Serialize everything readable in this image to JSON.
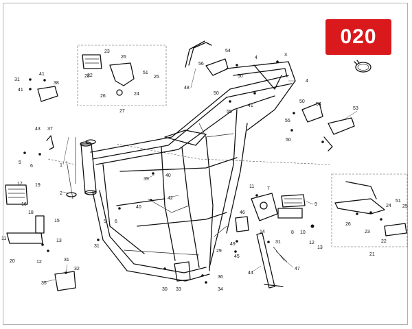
{
  "badge": "020",
  "accent": "#d9191c",
  "labels": [
    {
      "id": "l1",
      "text": "1"
    },
    {
      "id": "l2",
      "text": "2"
    },
    {
      "id": "l3",
      "text": "3"
    },
    {
      "id": "l4a",
      "text": "4"
    },
    {
      "id": "l4b",
      "text": "4"
    },
    {
      "id": "l5a",
      "text": "5"
    },
    {
      "id": "l5b",
      "text": "5"
    },
    {
      "id": "l6a",
      "text": "6"
    },
    {
      "id": "l6b",
      "text": "6"
    },
    {
      "id": "l7",
      "text": "7"
    },
    {
      "id": "l8",
      "text": "8"
    },
    {
      "id": "l9",
      "text": "9"
    },
    {
      "id": "l10",
      "text": "10"
    },
    {
      "id": "l11a",
      "text": "11"
    },
    {
      "id": "l11b",
      "text": "11"
    },
    {
      "id": "l12a",
      "text": "12"
    },
    {
      "id": "l12b",
      "text": "12"
    },
    {
      "id": "l13a",
      "text": "13"
    },
    {
      "id": "l13b",
      "text": "13"
    },
    {
      "id": "l14",
      "text": "14"
    },
    {
      "id": "l15",
      "text": "15"
    },
    {
      "id": "l16",
      "text": "16"
    },
    {
      "id": "l17",
      "text": "17"
    },
    {
      "id": "l18",
      "text": "18"
    },
    {
      "id": "l19",
      "text": "19"
    },
    {
      "id": "l20",
      "text": "20"
    },
    {
      "id": "l21",
      "text": "21"
    },
    {
      "id": "l22a",
      "text": "22"
    },
    {
      "id": "l22b",
      "text": "22"
    },
    {
      "id": "l23a",
      "text": "23"
    },
    {
      "id": "l23b",
      "text": "23"
    },
    {
      "id": "l24a",
      "text": "24"
    },
    {
      "id": "l24b",
      "text": "24"
    },
    {
      "id": "l25a",
      "text": "25"
    },
    {
      "id": "l25b",
      "text": "25"
    },
    {
      "id": "l26a",
      "text": "26"
    },
    {
      "id": "l26b",
      "text": "26"
    },
    {
      "id": "l26c",
      "text": "26"
    },
    {
      "id": "l27",
      "text": "27"
    },
    {
      "id": "l28",
      "text": "28"
    },
    {
      "id": "l29",
      "text": "29"
    },
    {
      "id": "l30",
      "text": "30"
    },
    {
      "id": "l31a",
      "text": "31"
    },
    {
      "id": "l31b",
      "text": "31"
    },
    {
      "id": "l31c",
      "text": "31"
    },
    {
      "id": "l31d",
      "text": "31"
    },
    {
      "id": "l32",
      "text": "32"
    },
    {
      "id": "l33",
      "text": "33"
    },
    {
      "id": "l34",
      "text": "34"
    },
    {
      "id": "l35",
      "text": "35"
    },
    {
      "id": "l36",
      "text": "36"
    },
    {
      "id": "l37",
      "text": "37"
    },
    {
      "id": "l38",
      "text": "38"
    },
    {
      "id": "l39",
      "text": "39"
    },
    {
      "id": "l40a",
      "text": "40"
    },
    {
      "id": "l40b",
      "text": "40"
    },
    {
      "id": "l41a",
      "text": "41"
    },
    {
      "id": "l41b",
      "text": "41"
    },
    {
      "id": "l41c",
      "text": "41"
    },
    {
      "id": "l42",
      "text": "42"
    },
    {
      "id": "l43",
      "text": "43"
    },
    {
      "id": "l44",
      "text": "44"
    },
    {
      "id": "l45",
      "text": "45"
    },
    {
      "id": "l46",
      "text": "46"
    },
    {
      "id": "l47",
      "text": "47"
    },
    {
      "id": "l48",
      "text": "48"
    },
    {
      "id": "l49",
      "text": "49"
    },
    {
      "id": "l50a",
      "text": "50"
    },
    {
      "id": "l50b",
      "text": "50"
    },
    {
      "id": "l50c",
      "text": "50"
    },
    {
      "id": "l50d",
      "text": "50"
    },
    {
      "id": "l51a",
      "text": "51"
    },
    {
      "id": "l51b",
      "text": "51"
    },
    {
      "id": "l53",
      "text": "53"
    },
    {
      "id": "l54a",
      "text": "54"
    },
    {
      "id": "l54b",
      "text": "54"
    },
    {
      "id": "l55a",
      "text": "55"
    },
    {
      "id": "l55b",
      "text": "55"
    },
    {
      "id": "l56",
      "text": "56"
    }
  ]
}
